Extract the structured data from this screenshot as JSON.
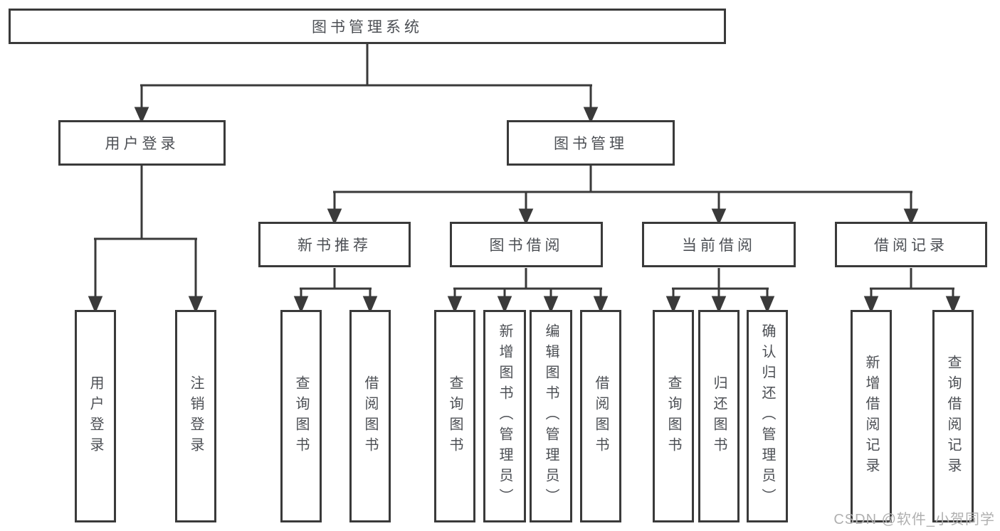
{
  "tree": {
    "root": "图书管理系统",
    "branches": [
      {
        "label": "用户登录",
        "children": [
          "用户登录",
          "注销登录"
        ]
      },
      {
        "label": "图书管理",
        "groups": [
          {
            "label": "新书推荐",
            "children": [
              "查询图书",
              "借阅图书"
            ]
          },
          {
            "label": "图书借阅",
            "children": [
              "查询图书",
              "新增图书（管理员）",
              "编辑图书（管理员）",
              "借阅图书"
            ]
          },
          {
            "label": "当前借阅",
            "children": [
              "查询图书",
              "归还图书",
              "确认归还（管理员）"
            ]
          },
          {
            "label": "借阅记录",
            "children": [
              "新增借阅记录",
              "查询借阅记录"
            ]
          }
        ]
      }
    ]
  },
  "watermark": {
    "text": "CSDN @软件_小贺同学"
  },
  "colors": {
    "line": "#3a3a3a",
    "text": "#4c4f54",
    "watermark": "#b0b0b0",
    "background": "#ffffff"
  }
}
